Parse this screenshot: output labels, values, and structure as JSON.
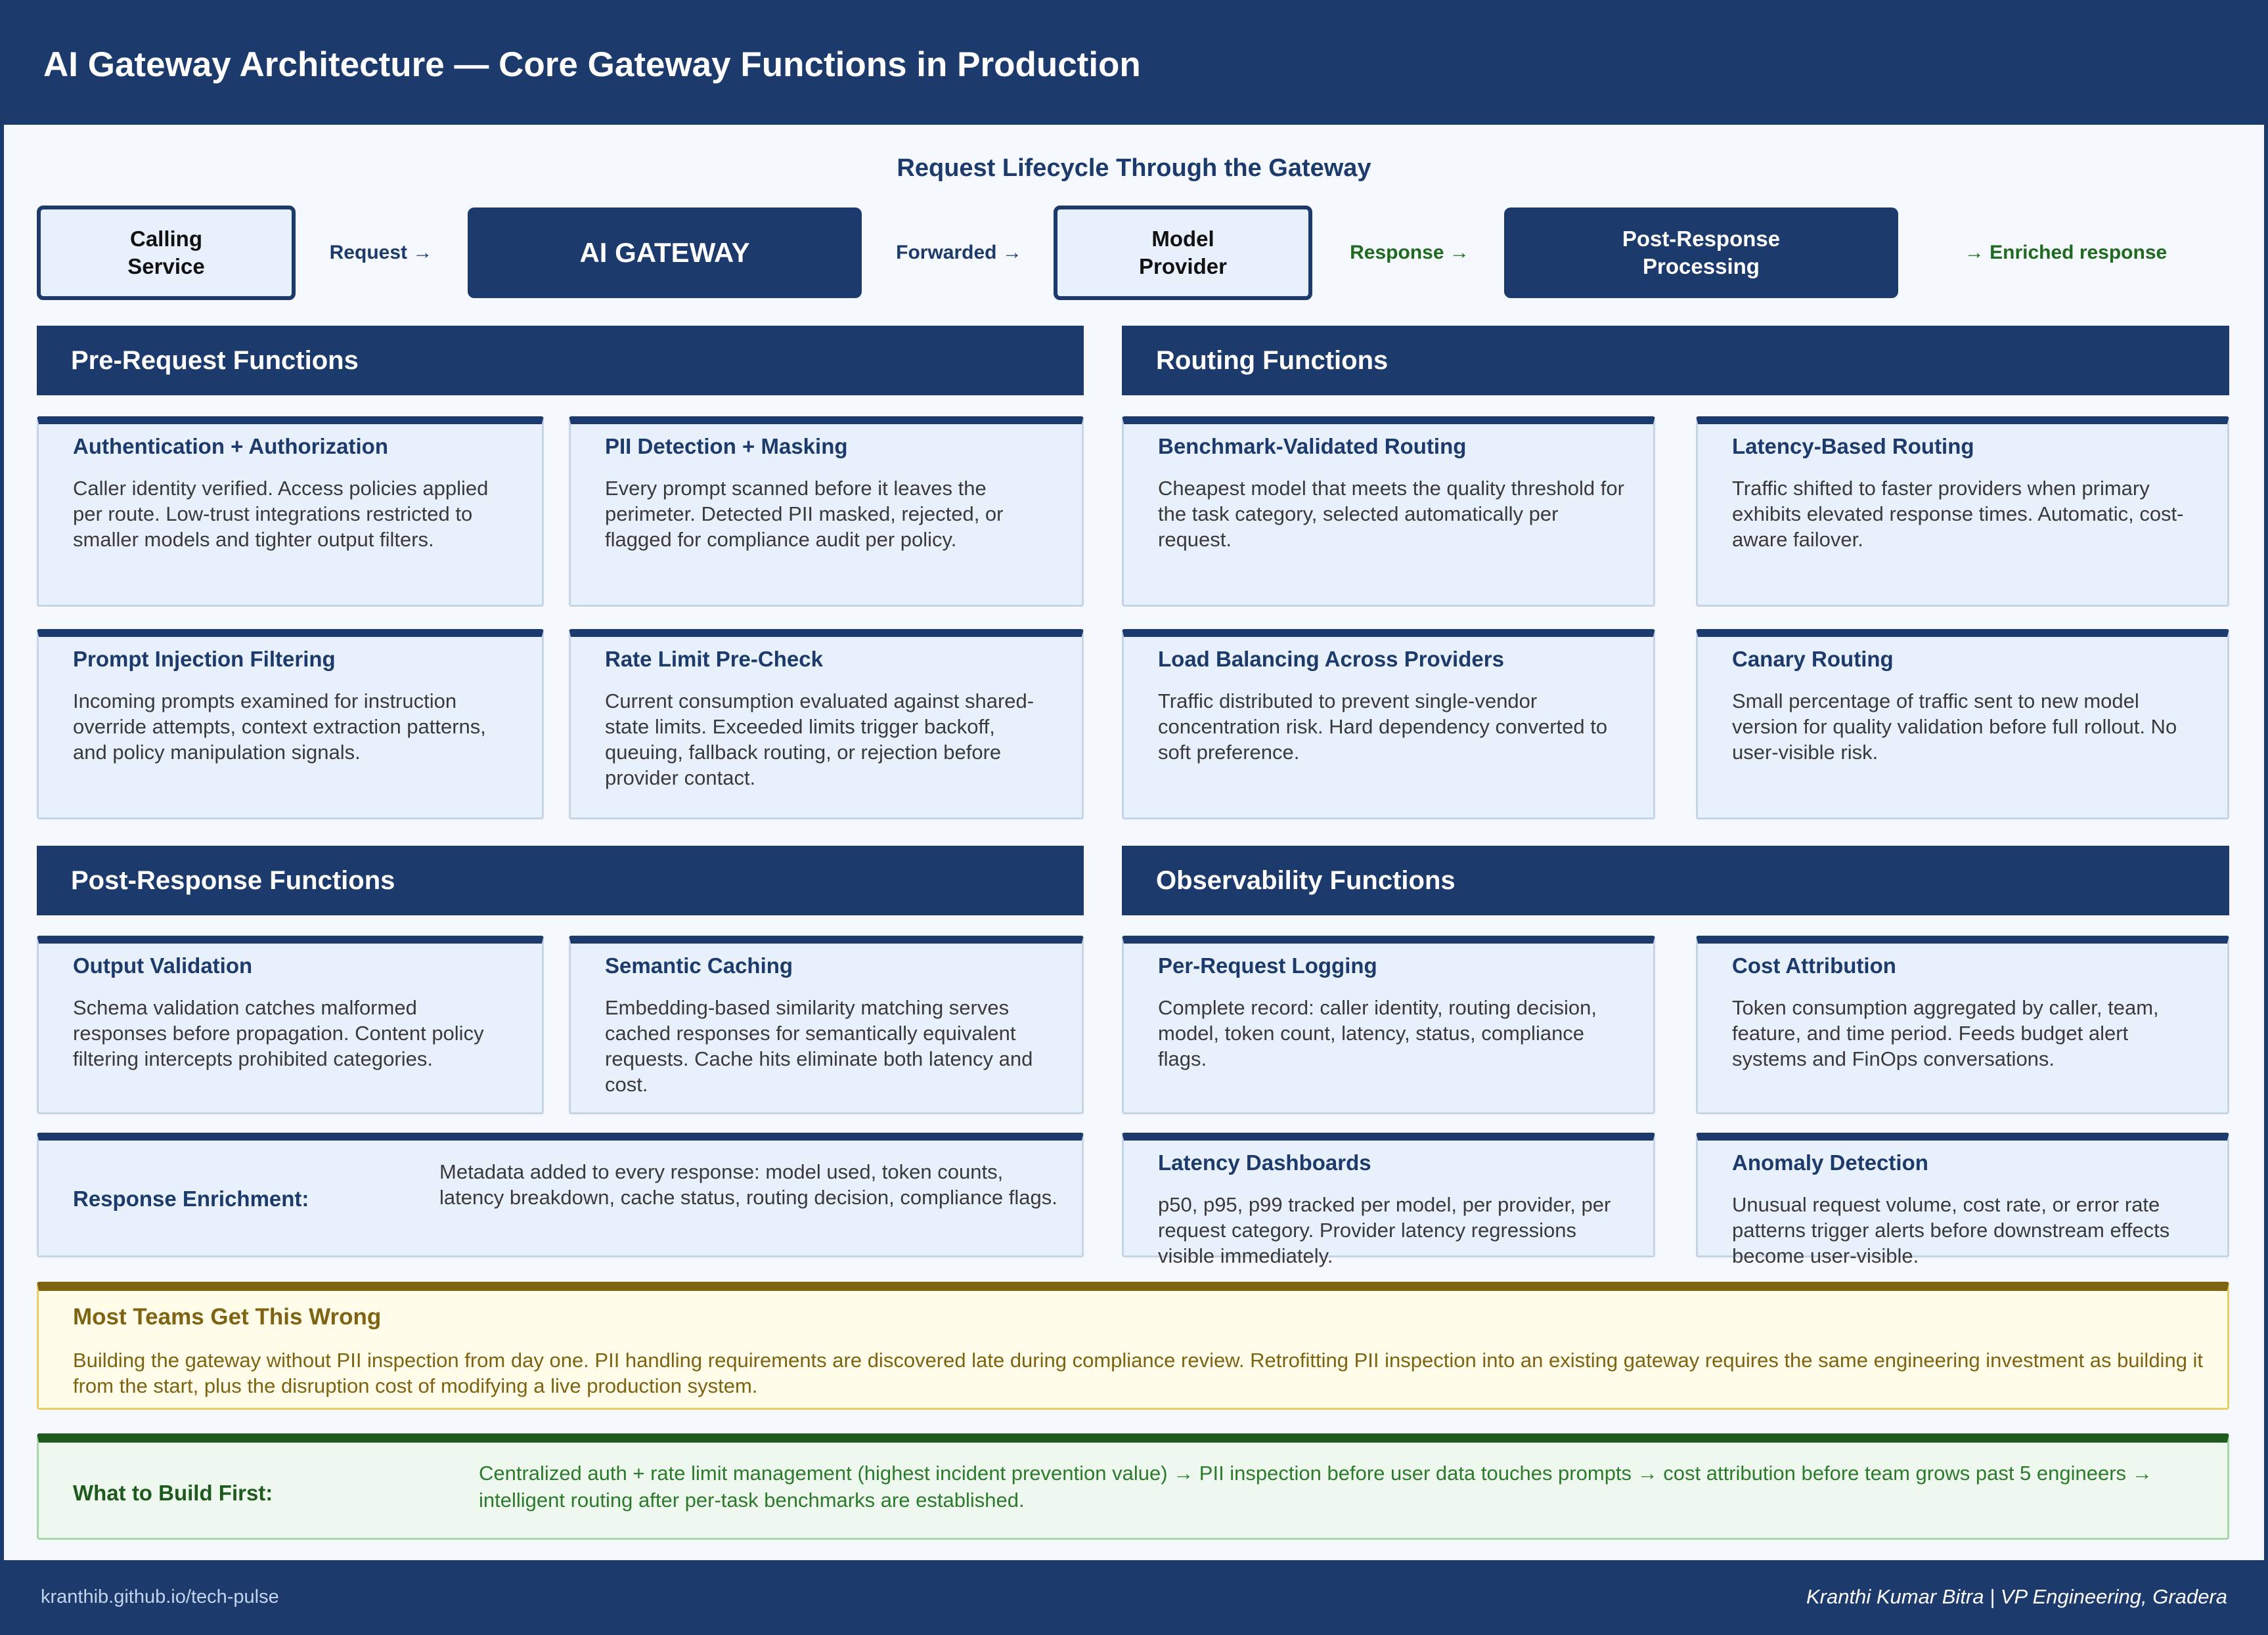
{
  "header": {
    "title": "AI Gateway Architecture — Core Gateway Functions in Production"
  },
  "flow": {
    "title": "Request Lifecycle Through the Gateway",
    "calling_service": "Calling Service",
    "request_label": "Request →",
    "gateway": "AI GATEWAY",
    "forwarded_label": "Forwarded →",
    "model_provider": "Model Provider",
    "response_label": "Response →",
    "post_response": "Post-Response Processing",
    "enriched_label": "→ Enriched response"
  },
  "pre_request": {
    "title": "Pre-Request Functions",
    "cards": [
      {
        "title": "Authentication + Authorization",
        "desc": "Caller identity verified. Access policies applied per route. Low-trust integrations restricted to smaller models and tighter output filters."
      },
      {
        "title": "PII Detection + Masking",
        "desc": "Every prompt scanned before it leaves the perimeter. Detected PII masked, rejected, or flagged for compliance audit per policy."
      },
      {
        "title": "Prompt Injection Filtering",
        "desc": "Incoming prompts examined for instruction override attempts, context extraction patterns, and policy manipulation signals."
      },
      {
        "title": "Rate Limit Pre-Check",
        "desc": "Current consumption evaluated against shared-state limits. Exceeded limits trigger backoff, queuing, fallback routing, or rejection before provider contact."
      }
    ]
  },
  "routing": {
    "title": "Routing Functions",
    "cards": [
      {
        "title": "Benchmark-Validated Routing",
        "desc": "Cheapest model that meets the quality threshold for the task category, selected automatically per request."
      },
      {
        "title": "Latency-Based Routing",
        "desc": "Traffic shifted to faster providers when primary exhibits elevated response times. Automatic, cost-aware failover."
      },
      {
        "title": "Load Balancing Across Providers",
        "desc": "Traffic distributed to prevent single-vendor concentration risk. Hard dependency converted to soft preference."
      },
      {
        "title": "Canary Routing",
        "desc": "Small percentage of traffic sent to new model version for quality validation before full rollout. No user-visible risk."
      }
    ]
  },
  "post_response": {
    "title": "Post-Response Functions",
    "cards": [
      {
        "title": "Output Validation",
        "desc": "Schema validation catches malformed responses before propagation. Content policy filtering intercepts prohibited categories."
      },
      {
        "title": "Semantic Caching",
        "desc": "Embedding-based similarity matching serves cached responses for semantically equivalent requests. Cache hits eliminate both latency and cost."
      }
    ],
    "enrichment": {
      "title": "Response Enrichment:",
      "desc": "Metadata added to every response: model used, token counts, latency breakdown, cache status, routing decision, compliance flags."
    }
  },
  "observability": {
    "title": "Observability Functions",
    "cards": [
      {
        "title": "Per-Request Logging",
        "desc": "Complete record: caller identity, routing decision, model, token count, latency, status, compliance flags."
      },
      {
        "title": "Cost Attribution",
        "desc": "Token consumption aggregated by caller, team, feature, and time period. Feeds budget alert systems and FinOps conversations."
      },
      {
        "title": "Latency Dashboards",
        "desc": "p50, p95, p99 tracked per model, per provider, per request category. Provider latency regressions visible immediately."
      },
      {
        "title": "Anomaly Detection",
        "desc": "Unusual request volume, cost rate, or error rate patterns trigger alerts before downstream effects become user-visible."
      }
    ]
  },
  "warning": {
    "title": "Most Teams Get This Wrong",
    "desc": "Building the gateway without PII inspection from day one. PII handling requirements are discovered late during compliance review. Retrofitting PII inspection into an existing gateway requires the same engineering investment as building it from the start, plus the disruption cost of modifying a live production system."
  },
  "build_first": {
    "title": "What to Build First:",
    "desc": "Centralized auth + rate limit management (highest incident prevention value) → PII inspection before user data touches prompts → cost attribution before team grows past 5 engineers → intelligent routing after per-task benchmarks are established."
  },
  "footer": {
    "url": "kranthib.github.io/tech-pulse",
    "author": "Kranthi Kumar Bitra | VP Engineering, Gradera"
  },
  "colors": {
    "navy": "#1c3a6b",
    "card_bg": "#e8f0fb",
    "warning_text": "#7e6312",
    "warning_bg": "#fffde9",
    "success_text": "#1e5a1e",
    "success_bg": "#eff8ef"
  }
}
